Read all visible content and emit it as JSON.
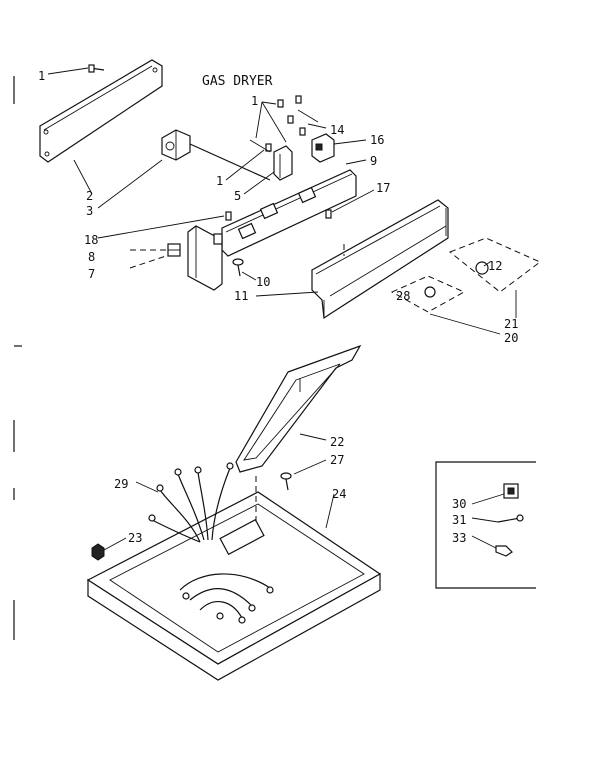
{
  "title": "GAS DRYER",
  "labels": {
    "p1a": "1",
    "p1b": "1",
    "p1c": "1",
    "p2": "2",
    "p3": "3",
    "p5": "5",
    "p7": "7",
    "p8": "8",
    "p9": "9",
    "p10": "10",
    "p11": "11",
    "p12": "12",
    "p14": "14",
    "p16": "16",
    "p17": "17",
    "p18": "18",
    "p20": "20",
    "p21": "21",
    "p22": "22",
    "p23": "23",
    "p24": "24",
    "p27": "27",
    "p28": "28",
    "p29": "29",
    "p30": "30",
    "p31": "31",
    "p33": "33"
  }
}
